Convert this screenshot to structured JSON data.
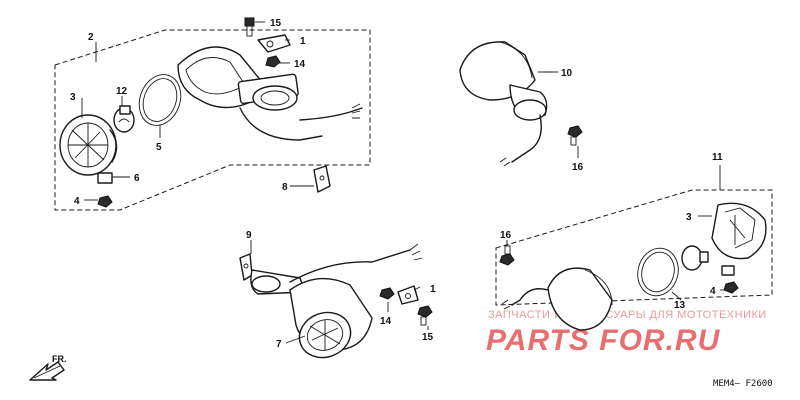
{
  "callouts": {
    "c1a": "1",
    "c2": "2",
    "c3a": "3",
    "c4a": "4",
    "c5": "5",
    "c6": "6",
    "c8": "8",
    "c12": "12",
    "c14a": "14",
    "c15a": "15",
    "c10": "10",
    "c16a": "16",
    "c9": "9",
    "c1b": "1",
    "c14b": "14",
    "c15b": "15",
    "c7": "7",
    "c11": "11",
    "c3b": "3",
    "c16b": "16",
    "c13": "13",
    "c4b": "4"
  },
  "direction_label": "FR.",
  "diagram_code": "MEM4– F2600",
  "watermark": {
    "small": "ЗАПЧАСТИ И АКСЕССУАРЫ ДЛЯ МОТОТЕХНИКИ",
    "large": "PARTS FOR.RU"
  }
}
